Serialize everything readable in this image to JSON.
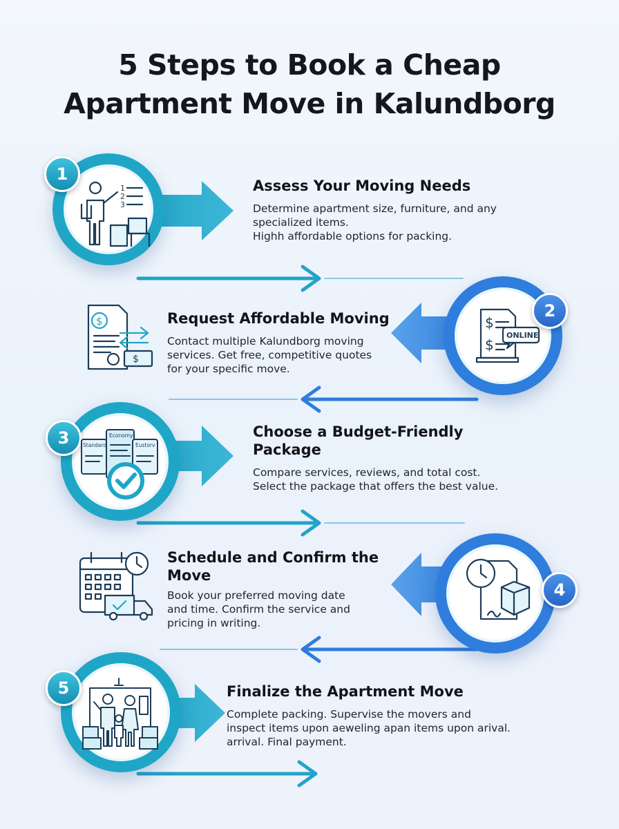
{
  "title": {
    "line1": "5 Steps to Book a Cheap",
    "line2": "Apartment Move in Kalundborg"
  },
  "colors": {
    "teal": "#1fa6c6",
    "blue": "#2f7ddc",
    "ink": "#1c3b57"
  },
  "steps": [
    {
      "number": "1",
      "title": "Assess Your Moving Needs",
      "text": "Determine apartment size, furniture, and any\nspecialized items.\nHighh affordable options for packing.",
      "icon": "person-checklist-boxes-icon"
    },
    {
      "number": "2",
      "title": "Request Affordable Moving",
      "text": "Contact multiple Kalundborg moving\nservices. Get free, competitive quotes\nfor your specific move.",
      "icon": "online-quote-laptop-icon"
    },
    {
      "number": "3",
      "title": "Choose a Budget-Friendly\nPackage",
      "text": "Compare services, reviews, and total cost.\nSelect the package that offers the best value.",
      "icon": "package-compare-checkmark-icon",
      "labels": [
        "Standard",
        "Economy",
        "Eustorv"
      ]
    },
    {
      "number": "4",
      "title": "Schedule and Confirm the\nMove",
      "text": "Book your preferred moving date\nand time. Confirm the service and\npricing in writing.",
      "icon": "clock-document-box-icon"
    },
    {
      "number": "5",
      "title": "Finalize the Apartment Move",
      "text": "Complete packing. Supervise the movers and\ninspect items upon aeweling apan items upon arival.\narrival. Final payment.",
      "icon": "family-new-home-icon"
    }
  ],
  "online_label": "ONLINE"
}
